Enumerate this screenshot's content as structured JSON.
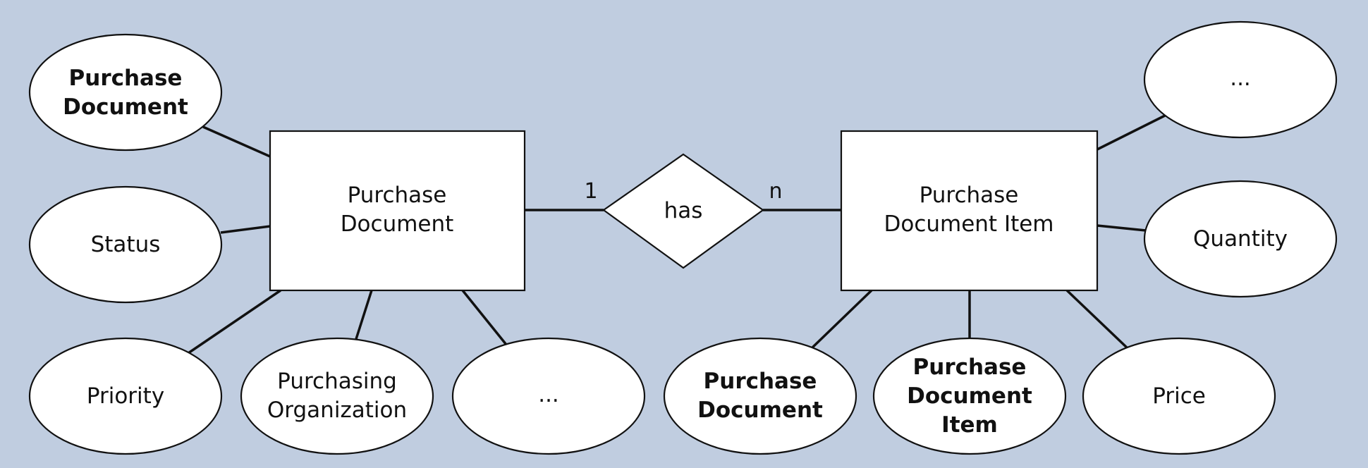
{
  "colors": {
    "background": "#c0cde0",
    "shape_fill": "#ffffff",
    "stroke": "#111111"
  },
  "entities": {
    "purchase_document": {
      "line1": "Purchase",
      "line2": "Document"
    },
    "purchase_document_item": {
      "line1": "Purchase",
      "line2": "Document Item"
    }
  },
  "relationship": {
    "label": "has",
    "cardinality_left": "1",
    "cardinality_right": "n"
  },
  "left_attributes": {
    "key": {
      "line1": "Purchase",
      "line2": "Document"
    },
    "status": "Status",
    "priority": "Priority",
    "purchasing_org": {
      "line1": "Purchasing",
      "line2": "Organization"
    },
    "more": "..."
  },
  "right_attributes": {
    "more": "...",
    "quantity": "Quantity",
    "key_doc": {
      "line1": "Purchase",
      "line2": "Document"
    },
    "key_item": {
      "line1": "Purchase",
      "line2": "Document",
      "line3": "Item"
    },
    "price": "Price"
  }
}
